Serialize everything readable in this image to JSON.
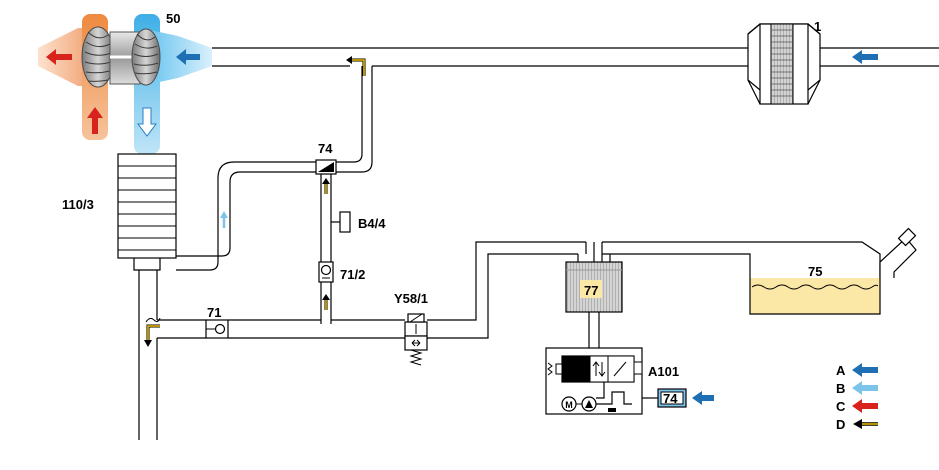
{
  "labels": {
    "turbo": "50",
    "air_filter": "1",
    "intercooler": "110/3",
    "valve_74": "74",
    "sensor_b44": "B4/4",
    "valve_712": "71/2",
    "valve_y581": "Y58/1",
    "valve_71": "71",
    "tank_77": "77",
    "module_a101": "A101",
    "module_74": "74",
    "fuel_tank": "75"
  },
  "legend": [
    {
      "letter": "A",
      "color": "#1f6fb5"
    },
    {
      "letter": "B",
      "color": "#7cc4ea"
    },
    {
      "letter": "C",
      "color": "#d8231d"
    },
    {
      "letter": "D",
      "color": "#1a1a1a"
    }
  ],
  "colors": {
    "cold_air": "#1f6fb5",
    "light_air": "#7cc4ea",
    "hot_exhaust": "#d8231d",
    "flow_yellow": "#f2c200",
    "fuel": "#fbe7a6",
    "turbo_orange": "#e8803a",
    "turbo_blue": "#4fb6ea"
  }
}
